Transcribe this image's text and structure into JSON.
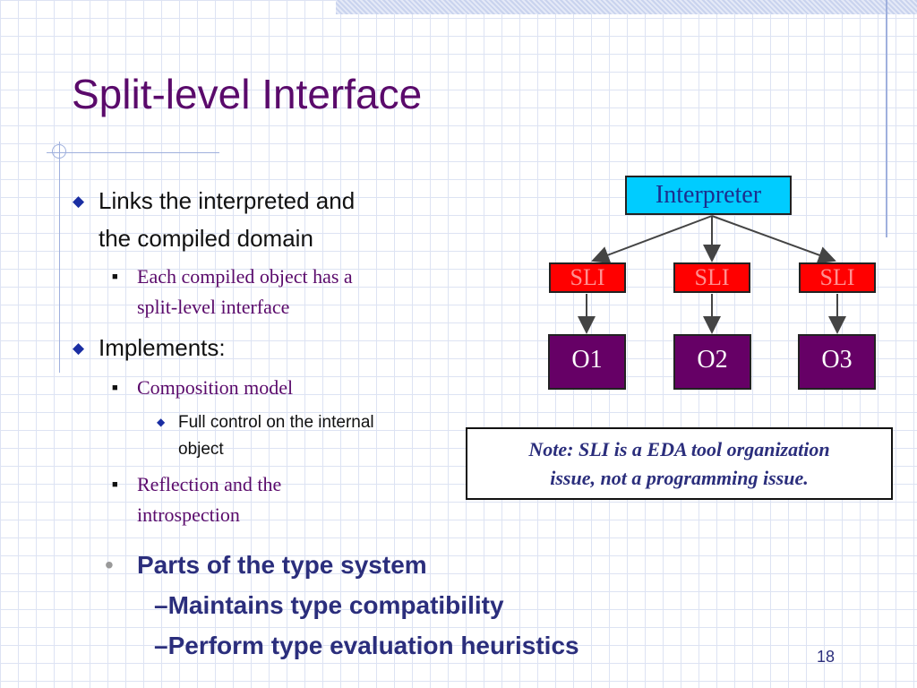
{
  "slide": {
    "title": "Split-level Interface",
    "page_number": "18"
  },
  "bullets": {
    "links": {
      "marker": "◆",
      "line1": "Links the interpreted and",
      "line2": "the compiled domain"
    },
    "each": {
      "marker": "■",
      "line1": "Each compiled object has a",
      "line2": "split-level interface"
    },
    "implements": {
      "marker": "◆",
      "text": "Implements:"
    },
    "composition": {
      "marker": "■",
      "text": "Composition model"
    },
    "full_control": {
      "marker": "◆",
      "line1": "Full control on the internal",
      "line2": "object"
    },
    "reflection": {
      "marker": "■",
      "line1": "Reflection and the",
      "line2": "introspection"
    },
    "parts": {
      "marker": "•",
      "text": "Parts of the type system"
    },
    "maintains": {
      "text": "–Maintains type compatibility"
    },
    "perform": {
      "text": "–Perform type evaluation heuristics"
    }
  },
  "diagram": {
    "interpreter": "Interpreter",
    "sli_1": "SLI",
    "sli_2": "SLI",
    "sli_3": "SLI",
    "o1": "O1",
    "o2": "O2",
    "o3": "O3"
  },
  "note": {
    "line1": "Note: SLI is a EDA tool organization",
    "line2": "issue, not a programming issue."
  },
  "colors": {
    "title": "#5a0a6b",
    "interpreter_fill": "#00ccff",
    "sli_fill": "#ff0000",
    "object_fill": "#660066",
    "body_blue": "#2b2e7c"
  }
}
